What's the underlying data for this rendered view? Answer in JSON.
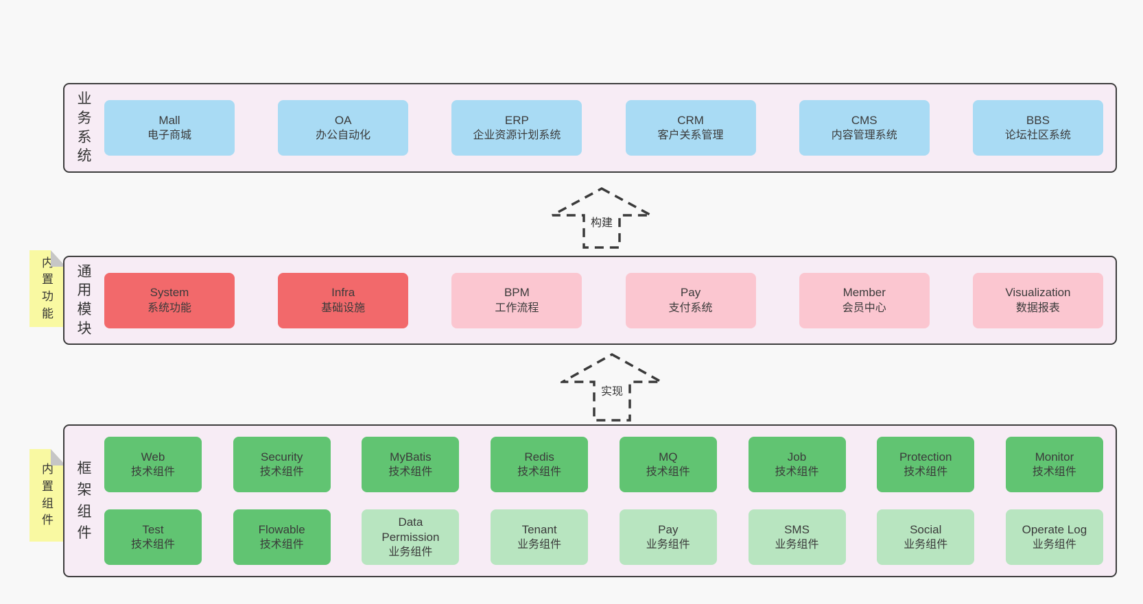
{
  "palette": {
    "page_bg": "#f8f8f8",
    "band_bg": "#f7ecf5",
    "band_border": "#3c3c3c",
    "blue": "#a9dbf4",
    "red": "#f2696b",
    "pink": "#fbc6d0",
    "green": "#61c472",
    "green_light": "#b8e5c0",
    "sticky_yellow": "#f9f9a2",
    "sticky_fold": "#c6c6c6",
    "text": "#3a3a3a"
  },
  "bands": [
    {
      "label": "业务系统",
      "boxes": [
        {
          "name": "Mall",
          "subtitle": "电子商城"
        },
        {
          "name": "OA",
          "subtitle": "办公自动化"
        },
        {
          "name": "ERP",
          "subtitle": "企业资源计划系统"
        },
        {
          "name": "CRM",
          "subtitle": "客户关系管理"
        },
        {
          "name": "CMS",
          "subtitle": "内容管理系统"
        },
        {
          "name": "BBS",
          "subtitle": "论坛社区系统"
        }
      ]
    },
    {
      "label": "通用模块",
      "sticky": "内置功能",
      "boxes": [
        {
          "name": "System",
          "subtitle": "系统功能"
        },
        {
          "name": "Infra",
          "subtitle": "基础设施"
        },
        {
          "name": "BPM",
          "subtitle": "工作流程"
        },
        {
          "name": "Pay",
          "subtitle": "支付系统"
        },
        {
          "name": "Member",
          "subtitle": "会员中心"
        },
        {
          "name": "Visualization",
          "subtitle": "数据报表"
        }
      ]
    },
    {
      "label": "框架组件",
      "sticky": "内置组件",
      "rows": [
        [
          {
            "name": "Web",
            "subtitle": "技术组件"
          },
          {
            "name": "Security",
            "subtitle": "技术组件"
          },
          {
            "name": "MyBatis",
            "subtitle": "技术组件"
          },
          {
            "name": "Redis",
            "subtitle": "技术组件"
          },
          {
            "name": "MQ",
            "subtitle": "技术组件"
          },
          {
            "name": "Job",
            "subtitle": "技术组件"
          },
          {
            "name": "Protection",
            "subtitle": "技术组件"
          },
          {
            "name": "Monitor",
            "subtitle": "技术组件"
          }
        ],
        [
          {
            "name": "Test",
            "subtitle": "技术组件"
          },
          {
            "name": "Flowable",
            "subtitle": "技术组件"
          },
          {
            "name": "Data Permission",
            "subtitle": "业务组件"
          },
          {
            "name": "Tenant",
            "subtitle": "业务组件"
          },
          {
            "name": "Pay",
            "subtitle": "业务组件"
          },
          {
            "name": "SMS",
            "subtitle": "业务组件"
          },
          {
            "name": "Social",
            "subtitle": "业务组件"
          },
          {
            "name": "Operate Log",
            "subtitle": "业务组件"
          }
        ]
      ]
    }
  ],
  "arrows": [
    {
      "label": "构建"
    },
    {
      "label": "实现"
    }
  ]
}
